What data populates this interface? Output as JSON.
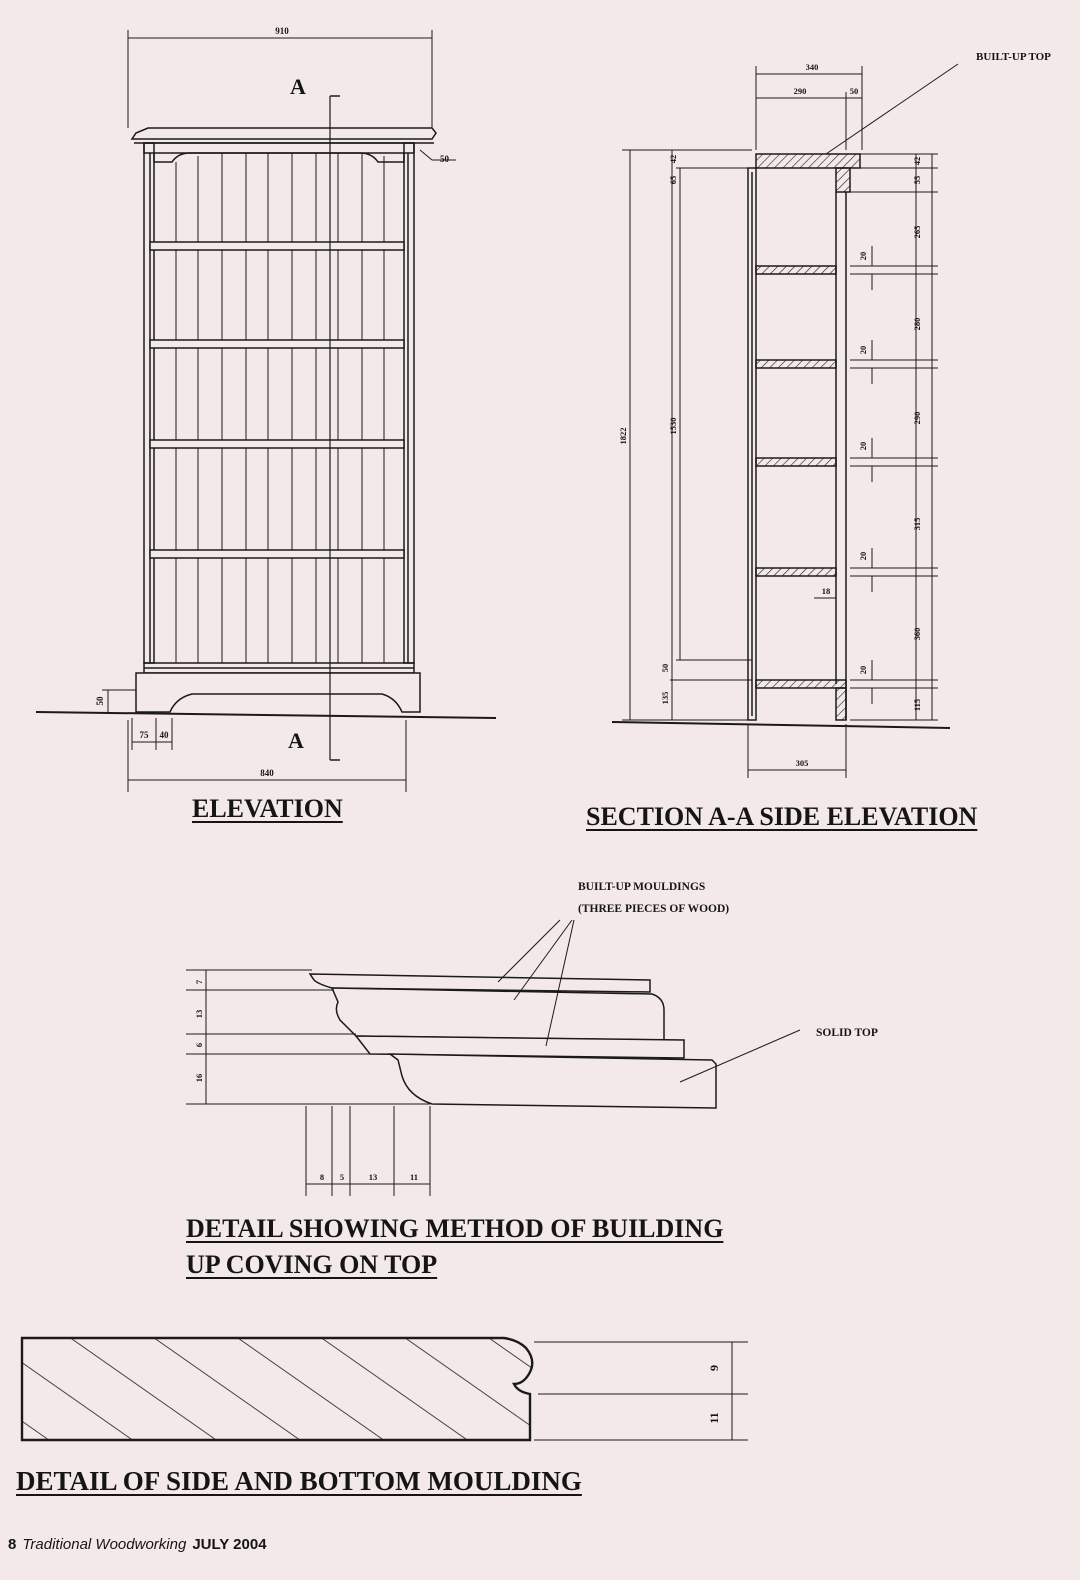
{
  "titles": {
    "elevation": "ELEVATION",
    "section": "SECTION A-A SIDE ELEVATION",
    "coving_line1": "DETAIL SHOWING METHOD OF BUILDING",
    "coving_line2": "UP  COVING ON TOP",
    "moulding": "DETAIL OF SIDE AND BOTTOM MOULDING"
  },
  "labels": {
    "built_up_top": "BUILT-UP TOP",
    "mouldings_line1": "BUILT-UP MOULDINGS",
    "mouldings_line2": "(THREE PIECES OF WOOD)",
    "solid_top": "SOLID TOP",
    "section_marker": "A"
  },
  "elevation_dims": {
    "overall_width": "910",
    "cornice_projection": "50",
    "plinth_height": "50",
    "foot_width": "75",
    "foot_return": "40",
    "carcass_width": "840"
  },
  "section_dims": {
    "depth_top": "340",
    "top_inner": "290",
    "top_overhang": "50",
    "overall_height": "1822",
    "top_thickness": "42",
    "upper_gap": "65",
    "side_height": "1530",
    "lower_gap": "50",
    "base_height": "135",
    "right_top_thickness": "42",
    "right_upper": "55",
    "space_1": "265",
    "space_2": "280",
    "space_3": "290",
    "space_4": "315",
    "space_5": "360",
    "plinth": "115",
    "shelf_thickness": "20",
    "shelf_setback": "18",
    "base_depth": "305"
  },
  "coving_dims": {
    "heights": [
      "7",
      "13",
      "6",
      "16"
    ],
    "widths": [
      "8",
      "5",
      "13",
      "11"
    ]
  },
  "moulding_dims": {
    "upper": "9",
    "lower": "11"
  },
  "footer": {
    "page": "8",
    "magazine": "Traditional Woodworking",
    "date": "JULY 2004"
  }
}
